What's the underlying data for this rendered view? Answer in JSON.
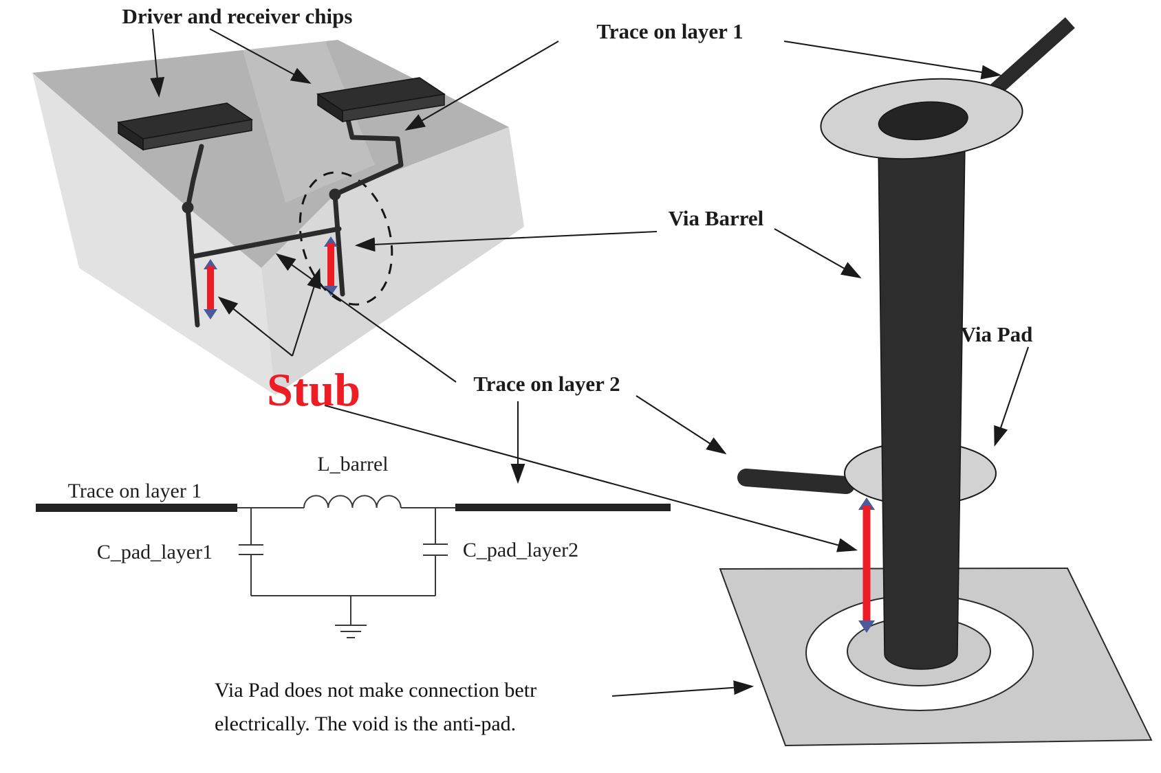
{
  "figure": {
    "annotations": {
      "driver_receiver_chips": "Driver and receiver chips",
      "trace_on_layer_1": "Trace on layer 1",
      "via_barrel": "Via Barrel",
      "via_pad": "Via Pad",
      "trace_on_layer_2": "Trace on layer 2",
      "stub": "Stub"
    },
    "schematic": {
      "trace_on_layer_1": "Trace on layer 1",
      "inductor": "L_barrel",
      "cap_left": "C_pad_layer1",
      "cap_right": "C_pad_layer2"
    },
    "caption_line1": "Via Pad does not make connection betr",
    "caption_line2": "electrically. The void is the anti-pad.",
    "colors": {
      "stub_red": "#ee1c25",
      "arrowhead_blue": "#4a5a9b",
      "trace_dark": "#2b2b2b",
      "pad_gray": "#d2d2d2",
      "plane_gray": "#cbcbcb",
      "board_top": "#b3b3b3",
      "board_left_face": "#e2e2e2",
      "board_right_face": "#d8d8d8",
      "chip_dark": "#2e2e2e"
    }
  }
}
